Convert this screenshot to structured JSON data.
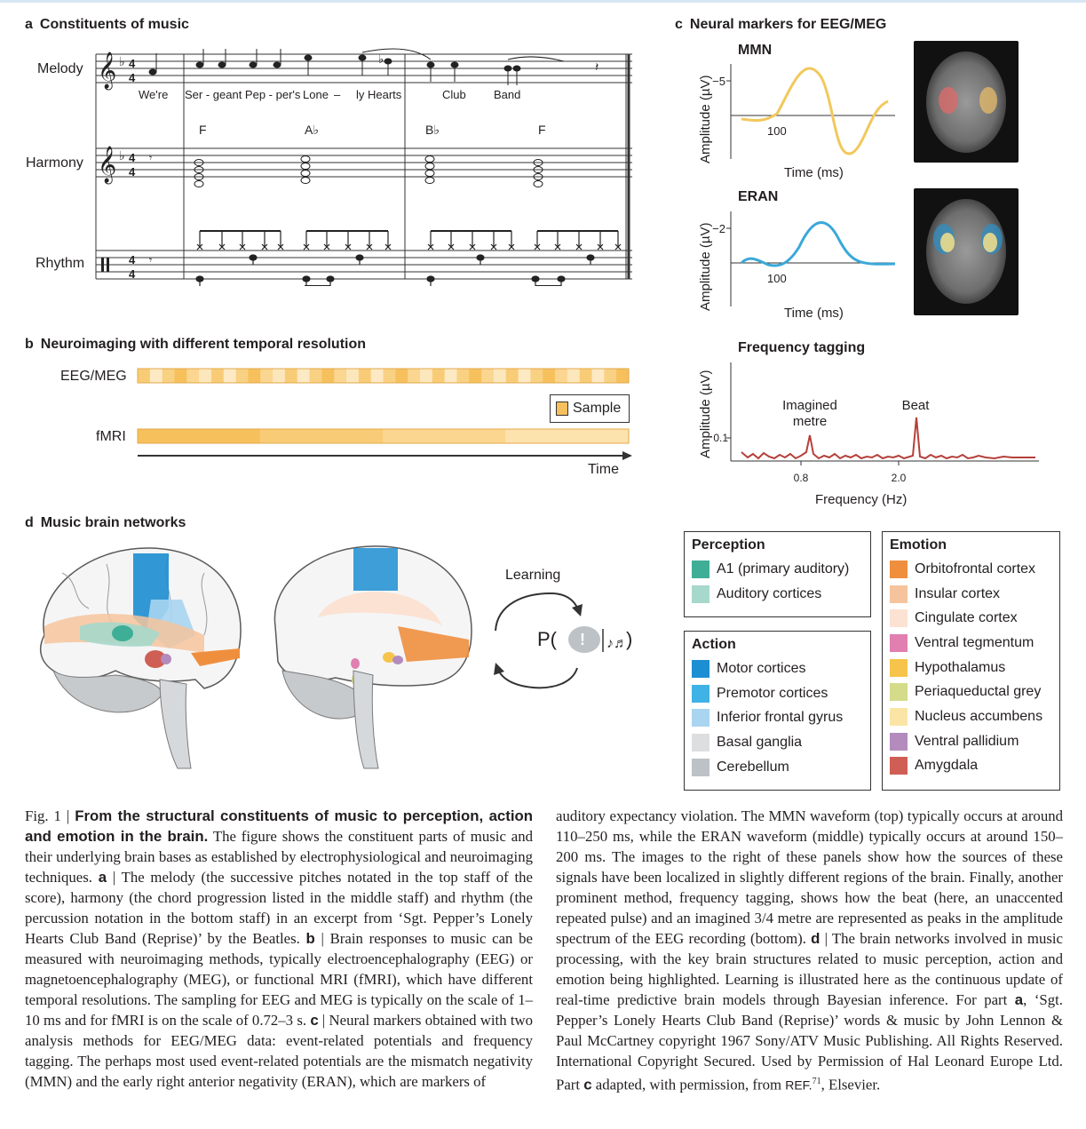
{
  "panel_a": {
    "letter": "a",
    "title": "Constituents of music",
    "staves": {
      "melody": "Melody",
      "harmony": "Harmony",
      "rhythm": "Rhythm"
    },
    "lyrics": [
      "We're",
      "Ser - geant Pep - per's",
      "Lone",
      "–",
      "ly Hearts",
      "Club",
      "Band"
    ],
    "chords": [
      "F",
      "A♭",
      "B♭",
      "F"
    ],
    "time_signature": "4/4"
  },
  "panel_b": {
    "letter": "b",
    "title": "Neuroimaging with different temporal resolution",
    "eeg_label": "EEG/MEG",
    "fmri_label": "fMRI",
    "sample_label": "Sample",
    "time_label": "Time"
  },
  "panel_c": {
    "letter": "c",
    "title": "Neural markers for EEG/MEG",
    "mmn": {
      "title": "MMN",
      "ylabel": "Amplitude (µV)",
      "ytick": "−5",
      "xtick": "100",
      "xlabel": "Time (ms)",
      "color": "#f2c85b"
    },
    "eran": {
      "title": "ERAN",
      "ylabel": "Amplitude (µV)",
      "ytick": "−2",
      "xtick": "100",
      "xlabel": "Time (ms)",
      "color": "#3aa8d8"
    },
    "freq": {
      "title": "Frequency tagging",
      "ylabel": "Amplitude (µV)",
      "ytick": "0.1",
      "xticks": [
        "0.8",
        "2.0"
      ],
      "xlabel": "Frequency (Hz)",
      "peak1_label": [
        "Imagined",
        "metre"
      ],
      "peak2_label": "Beat",
      "color": "#b5403a"
    }
  },
  "panel_d": {
    "letter": "d",
    "title": "Music brain networks",
    "learning_label": "Learning",
    "formula_left": "P(",
    "formula_right": ")",
    "legend_perception": {
      "title": "Perception",
      "items": [
        {
          "label": "A1 (primary auditory)",
          "color": "#3fae96"
        },
        {
          "label": "Auditory cortices",
          "color": "#a6d8cb"
        }
      ]
    },
    "legend_action": {
      "title": "Action",
      "items": [
        {
          "label": "Motor cortices",
          "color": "#1c8ed2"
        },
        {
          "label": "Premotor cortices",
          "color": "#3fb2e6"
        },
        {
          "label": "Inferior frontal gyrus",
          "color": "#a9d5f1"
        },
        {
          "label": "Basal ganglia",
          "color": "#dcdee0"
        },
        {
          "label": "Cerebellum",
          "color": "#bdc2c7"
        }
      ]
    },
    "legend_emotion": {
      "title": "Emotion",
      "items": [
        {
          "label": "Orbitofrontal cortex",
          "color": "#ef8f3e"
        },
        {
          "label": "Insular cortex",
          "color": "#f6c49c"
        },
        {
          "label": "Cingulate cortex",
          "color": "#fbe2d2"
        },
        {
          "label": "Ventral tegmentum",
          "color": "#e07fb0"
        },
        {
          "label": "Hypothalamus",
          "color": "#f6c44a"
        },
        {
          "label": "Periaqueductal grey",
          "color": "#d4dc8a"
        },
        {
          "label": "Nucleus accumbens",
          "color": "#fbe5a6"
        },
        {
          "label": "Ventral pallidium",
          "color": "#b48bbd"
        },
        {
          "label": "Amygdala",
          "color": "#cf5f54"
        }
      ]
    }
  },
  "caption": {
    "fig": "Fig. 1 | ",
    "title": "From the structural constituents of music to perception, action and emotion in the brain.",
    "s1": " The figure shows the constituent parts of music and their underlying brain bases as established by electrophysiological and neuroimaging techniques. ",
    "a_label": "a",
    "s2": " | The melody (the successive pitches notated in the top staff of the score), harmony (the chord progression listed in the middle staff) and rhythm (the percussion notation in the bottom staff) in an excerpt from ‘Sgt. Pepper’s Lonely Hearts Club Band (Reprise)’ by the Beatles. ",
    "b_label": "b",
    "s3": " | Brain responses to music can be measured with neuroimaging methods, typically electroencephalography (EEG) or magnetoencephalography (MEG), or functional MRI (fMRI), which have different temporal resolutions. The sampling for EEG and MEG is typically on the scale of 1–10 ms and for fMRI is on the scale of 0.72–3 s. ",
    "c_label": "c",
    "s4": " | Neural markers obtained with two analysis methods for EEG/MEG data: event-related potentials and frequency tagging. The perhaps most used event-related potentials are the mismatch negativity (MMN) and the early right anterior negativity (ERAN), which are markers of",
    "s5": "auditory expectancy violation. The MMN waveform (top) typically occurs at around 110–250 ms, while the ERAN waveform (middle) typically occurs at around 150–200 ms. The images to the right of these panels show how the sources of these signals have been localized in slightly different regions of the brain. Finally, another prominent method, frequency tagging, shows how the beat (here, an unaccented repeated pulse) and an imagined 3/4 metre are represented as peaks in the amplitude spectrum of the EEG recording (bottom). ",
    "d_label": "d",
    "s6": " | The brain networks involved in music processing, with the key brain structures related to music perception, action and emotion being highlighted. Learning is illustrated here as the continuous update of real-time predictive brain models through Bayesian inference. For part ",
    "a_label2": "a",
    "s7": ", ‘Sgt. Pepper’s Lonely Hearts Club Band (Reprise)’ words & music by John Lennon & Paul McCartney copyright 1967 Sony/ATV Music Publishing. All Rights Reserved. International Copyright Secured. Used by Permission of Hal Leonard Europe Ltd. Part ",
    "c_label2": "c",
    "s8": " adapted, with permission, from ",
    "ref": "REF.",
    "ref_num": "71",
    "s9": ", Elsevier."
  }
}
